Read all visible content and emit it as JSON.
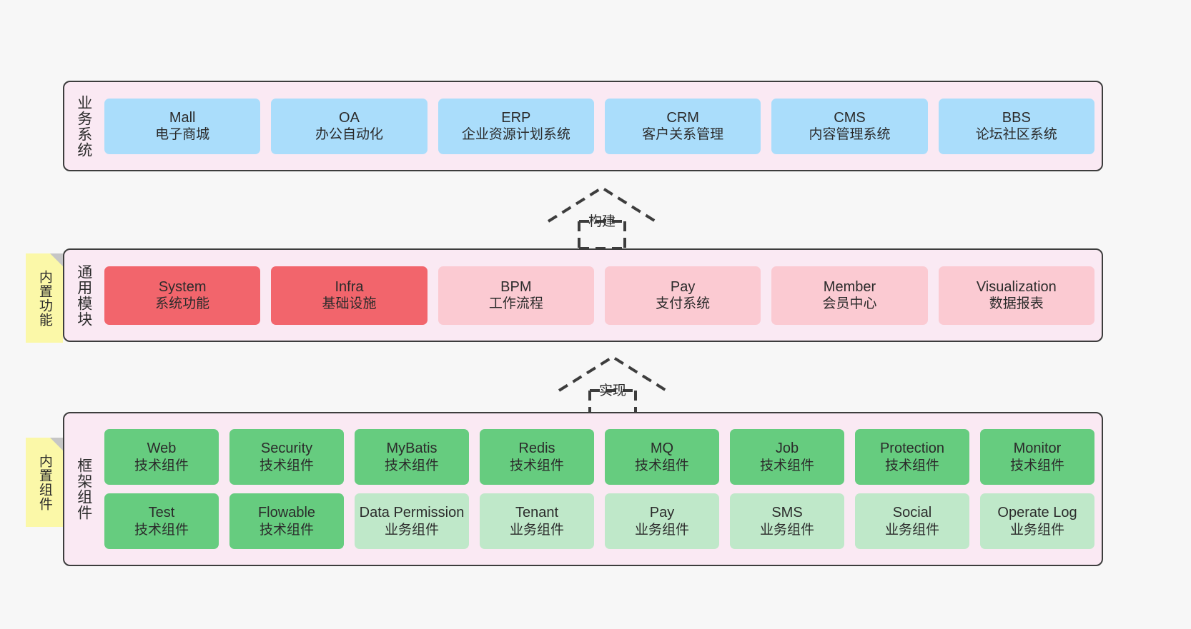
{
  "layers": [
    {
      "key": "business",
      "title": "业务系统",
      "rows": [
        {
          "nodes": [
            {
              "en": "Mall",
              "cn": "电子商城",
              "style": "n-blue"
            },
            {
              "en": "OA",
              "cn": "办公自动化",
              "style": "n-blue"
            },
            {
              "en": "ERP",
              "cn": "企业资源计划系统",
              "style": "n-blue"
            },
            {
              "en": "CRM",
              "cn": "客户关系管理",
              "style": "n-blue"
            },
            {
              "en": "CMS",
              "cn": "内容管理系统",
              "style": "n-blue"
            },
            {
              "en": "BBS",
              "cn": "论坛社区系统",
              "style": "n-blue"
            }
          ]
        }
      ]
    },
    {
      "key": "common",
      "title": "通用模块",
      "sticky": "内置功能",
      "rows": [
        {
          "nodes": [
            {
              "en": "System",
              "cn": "系统功能",
              "style": "n-red-solid"
            },
            {
              "en": "Infra",
              "cn": "基础设施",
              "style": "n-red-solid"
            },
            {
              "en": "BPM",
              "cn": "工作流程",
              "style": "n-red-light"
            },
            {
              "en": "Pay",
              "cn": "支付系统",
              "style": "n-red-light"
            },
            {
              "en": "Member",
              "cn": "会员中心",
              "style": "n-red-light"
            },
            {
              "en": "Visualization",
              "cn": "数据报表",
              "style": "n-red-light"
            }
          ]
        }
      ]
    },
    {
      "key": "framework",
      "title": "框架组件",
      "sticky": "内置组件",
      "rows": [
        {
          "nodes": [
            {
              "en": "Web",
              "cn": "技术组件",
              "style": "n-green-solid"
            },
            {
              "en": "Security",
              "cn": "技术组件",
              "style": "n-green-solid"
            },
            {
              "en": "MyBatis",
              "cn": "技术组件",
              "style": "n-green-solid"
            },
            {
              "en": "Redis",
              "cn": "技术组件",
              "style": "n-green-solid"
            },
            {
              "en": "MQ",
              "cn": "技术组件",
              "style": "n-green-solid"
            },
            {
              "en": "Job",
              "cn": "技术组件",
              "style": "n-green-solid"
            },
            {
              "en": "Protection",
              "cn": "技术组件",
              "style": "n-green-solid"
            },
            {
              "en": "Monitor",
              "cn": "技术组件",
              "style": "n-green-solid"
            }
          ]
        },
        {
          "nodes": [
            {
              "en": "Test",
              "cn": "技术组件",
              "style": "n-green-solid"
            },
            {
              "en": "Flowable",
              "cn": "技术组件",
              "style": "n-green-solid"
            },
            {
              "en": "Data Permission",
              "cn": "业务组件",
              "style": "n-green-light"
            },
            {
              "en": "Tenant",
              "cn": "业务组件",
              "style": "n-green-light"
            },
            {
              "en": "Pay",
              "cn": "业务组件",
              "style": "n-green-light"
            },
            {
              "en": "SMS",
              "cn": "业务组件",
              "style": "n-green-light"
            },
            {
              "en": "Social",
              "cn": "业务组件",
              "style": "n-green-light"
            },
            {
              "en": "Operate Log",
              "cn": "业务组件",
              "style": "n-green-light"
            }
          ]
        }
      ]
    }
  ],
  "connectors": [
    {
      "key": "build",
      "label": "构建"
    },
    {
      "key": "implement",
      "label": "实现"
    }
  ],
  "colors": {
    "canvas": "#f7f7f7",
    "layer_fill": "#fae9f3",
    "layer_border": "#3d3d3d",
    "business_node": "#aaddfb",
    "common_node_strong": "#f2656c",
    "common_node_light": "#fbcad2",
    "framework_node_strong": "#66cc7f",
    "framework_node_light": "#bfe8c9",
    "sticky_note": "#fbf8a8",
    "sticky_fold": "#c6c6c6",
    "connector_stroke": "#3d3d3d"
  }
}
